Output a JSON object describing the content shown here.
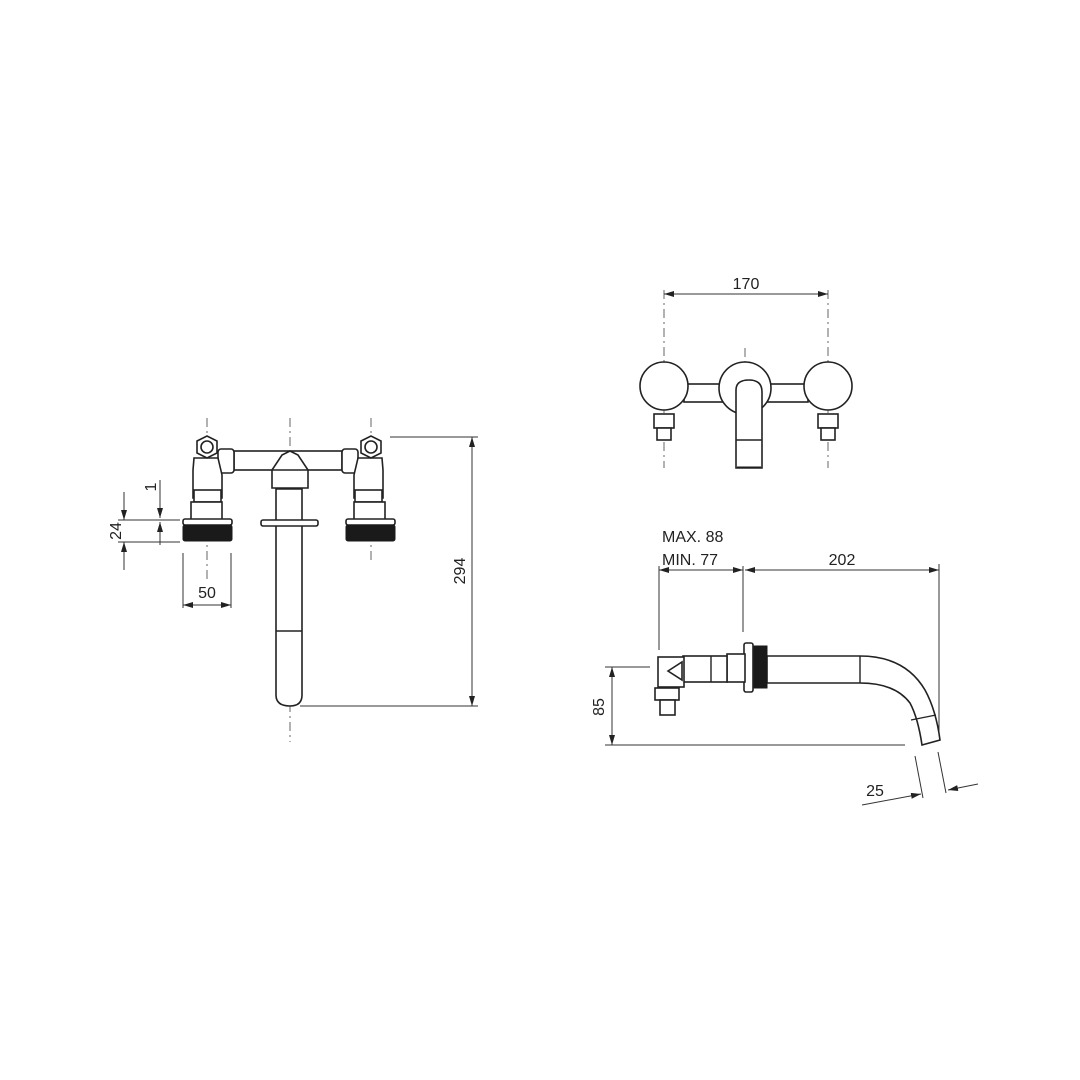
{
  "drawing": {
    "front_view": {
      "dimensions": {
        "height": "294",
        "handle_diameter": "50",
        "handle_height": "24",
        "gap": "1"
      }
    },
    "top_view": {
      "dimensions": {
        "centre_distance": "170"
      }
    },
    "side_view": {
      "dimensions": {
        "wall_depth_max": "MAX. 88",
        "wall_depth_min": "MIN. 77",
        "projection": "202",
        "height": "85",
        "outlet_diameter": "25"
      }
    },
    "colors": {
      "line": "#222222",
      "background": "#ffffff"
    }
  }
}
